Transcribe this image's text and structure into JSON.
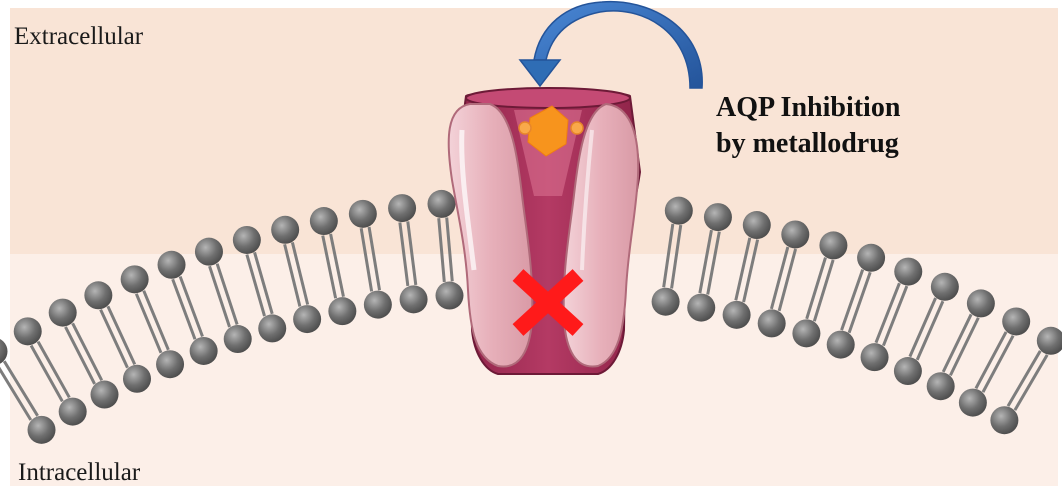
{
  "regions": {
    "extracellular": "Extracellular",
    "intracellular": "Intracellular"
  },
  "annotation": {
    "line1": "AQP Inhibition",
    "line2": "by metallodrug"
  },
  "colors": {
    "extracellular_bg": "#f9e4d6",
    "intracellular_bg": "#fcefe8",
    "lipid_head": "#6e6e6e",
    "lipid_tail": "#8a8a8a",
    "channel_pore": "#a8315a",
    "channel_subunit": "#e8b4bd",
    "drug": "#f7941d",
    "arrow": "#2f6db5",
    "block_mark": "#ff1a1a"
  },
  "icons": {
    "inhibition_mark": "red-x-icon",
    "drug": "hexagon-drug-icon",
    "arrow": "curved-arrow-icon"
  }
}
